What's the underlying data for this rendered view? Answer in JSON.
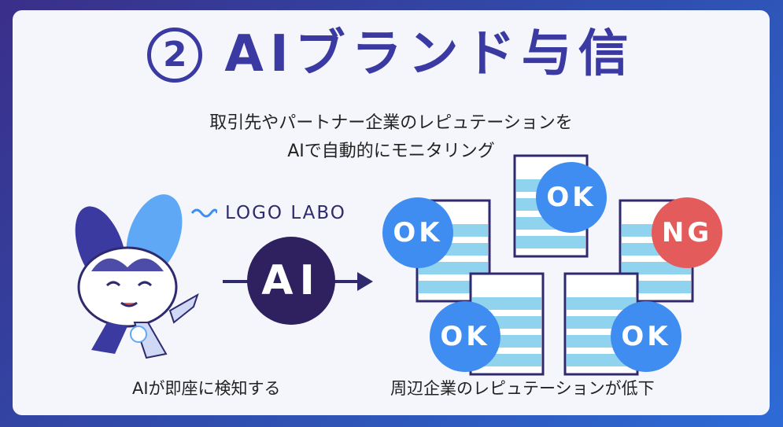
{
  "title": {
    "number": "2",
    "text": "AIブランド与信"
  },
  "subtitle": {
    "line1": "取引先やパートナー企業のレピュテーションを",
    "line2": "AIで自動的にモニタリング"
  },
  "logo": {
    "text": "LOGO LABO"
  },
  "ai_label": "AI",
  "captions": {
    "left": "AIが即座に検知する",
    "right": "周辺企業のレピュテーションが低下"
  },
  "badges": [
    "OK",
    "OK",
    "NG",
    "OK",
    "OK"
  ],
  "colors": {
    "title": "#3b3aa3",
    "ok": "#3f8df0",
    "ng": "#e35b5b",
    "ai_circle": "#2f2060",
    "server_stripe": "#8fd3ef"
  }
}
